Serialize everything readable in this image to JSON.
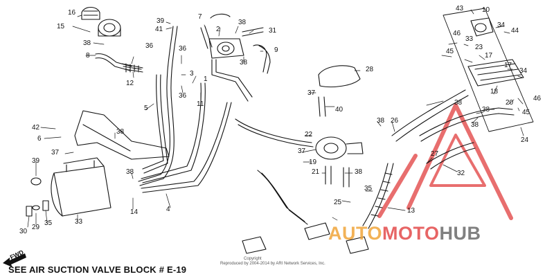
{
  "diagram": {
    "caption": "SEE AIR SUCTION VALVE BLOCK # E-19",
    "fwd_label": "FWD",
    "copyright_label": "Copyright",
    "copyright_text": "Reproduced by 2004-2014 by ARI Network Services, Inc.",
    "watermark": {
      "part1": "AUTO",
      "part2": "MOTO",
      "part3": "HUB",
      "colors": [
        "#f0a53a",
        "#e34b4b",
        "#6b6b6b"
      ]
    },
    "callouts": [
      {
        "id": "c16",
        "text": "16"
      },
      {
        "id": "c15",
        "text": "15"
      },
      {
        "id": "c38a",
        "text": "38"
      },
      {
        "id": "c8",
        "text": "8"
      },
      {
        "id": "c36a",
        "text": "36"
      },
      {
        "id": "c12",
        "text": "12"
      },
      {
        "id": "c39a",
        "text": "39"
      },
      {
        "id": "c41",
        "text": "41"
      },
      {
        "id": "c7",
        "text": "7"
      },
      {
        "id": "c2",
        "text": "2"
      },
      {
        "id": "c38b",
        "text": "38"
      },
      {
        "id": "c31",
        "text": "31"
      },
      {
        "id": "c36b",
        "text": "36"
      },
      {
        "id": "c3",
        "text": "3"
      },
      {
        "id": "c38c",
        "text": "38"
      },
      {
        "id": "c9",
        "text": "9"
      },
      {
        "id": "c1",
        "text": "1"
      },
      {
        "id": "c36c",
        "text": "36"
      },
      {
        "id": "c11",
        "text": "11"
      },
      {
        "id": "c5",
        "text": "5"
      },
      {
        "id": "c28",
        "text": "28"
      },
      {
        "id": "c37a",
        "text": "37"
      },
      {
        "id": "c40",
        "text": "40"
      },
      {
        "id": "c43",
        "text": "43"
      },
      {
        "id": "c10",
        "text": "10"
      },
      {
        "id": "c34a",
        "text": "34"
      },
      {
        "id": "c44",
        "text": "44"
      },
      {
        "id": "c46a",
        "text": "46"
      },
      {
        "id": "c33a",
        "text": "33"
      },
      {
        "id": "c45a",
        "text": "45"
      },
      {
        "id": "c23",
        "text": "23"
      },
      {
        "id": "c17a",
        "text": "17"
      },
      {
        "id": "c17b",
        "text": "17"
      },
      {
        "id": "c34b",
        "text": "34"
      },
      {
        "id": "c18",
        "text": "18"
      },
      {
        "id": "c20",
        "text": "20"
      },
      {
        "id": "c46b",
        "text": "46"
      },
      {
        "id": "c45b",
        "text": "45"
      },
      {
        "id": "c24",
        "text": "24"
      },
      {
        "id": "c38d",
        "text": "38"
      },
      {
        "id": "c38e",
        "text": "38"
      },
      {
        "id": "c38f",
        "text": "38"
      },
      {
        "id": "c26",
        "text": "26"
      },
      {
        "id": "c38g",
        "text": "38"
      },
      {
        "id": "c42",
        "text": "42"
      },
      {
        "id": "c6",
        "text": "6"
      },
      {
        "id": "c38h",
        "text": "38"
      },
      {
        "id": "c37b",
        "text": "37"
      },
      {
        "id": "c22",
        "text": "22"
      },
      {
        "id": "c37c",
        "text": "37"
      },
      {
        "id": "c19",
        "text": "19"
      },
      {
        "id": "c21",
        "text": "21"
      },
      {
        "id": "c38i",
        "text": "38"
      },
      {
        "id": "c27",
        "text": "27"
      },
      {
        "id": "c32",
        "text": "32"
      },
      {
        "id": "c39b",
        "text": "39"
      },
      {
        "id": "c38j",
        "text": "38"
      },
      {
        "id": "c14",
        "text": "14"
      },
      {
        "id": "c35a",
        "text": "35"
      },
      {
        "id": "c25",
        "text": "25"
      },
      {
        "id": "c13",
        "text": "13"
      },
      {
        "id": "c4",
        "text": "4"
      },
      {
        "id": "c33b",
        "text": "33"
      },
      {
        "id": "c30",
        "text": "30"
      },
      {
        "id": "c29",
        "text": "29"
      },
      {
        "id": "c35b",
        "text": "35"
      }
    ]
  }
}
